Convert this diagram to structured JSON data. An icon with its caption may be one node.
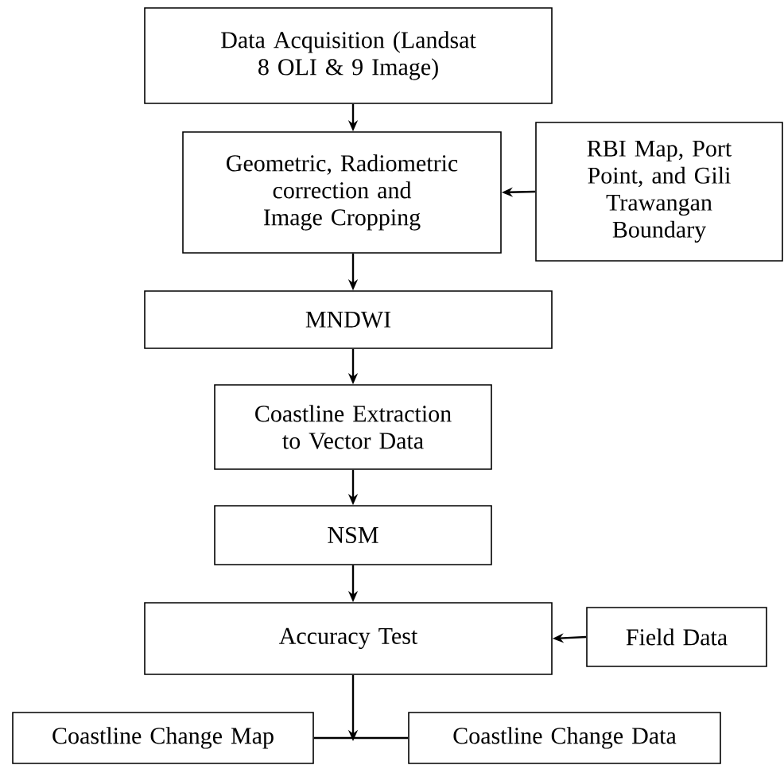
{
  "diagram": {
    "nodes": [
      {
        "text": [
          "Data Acquisition (Landsat 8 OLI & 9 Image)"
        ]
      },
      {
        "text": [
          "Geometric, Radiometric correction and Image Cropping"
        ]
      },
      {
        "text": [
          "RBI Map, Port Point, and Gili Trawangan Boundary"
        ]
      },
      {
        "text": [
          "MNDWI"
        ]
      },
      {
        "text": [
          "Coastline Extraction to Vector Data"
        ]
      },
      {
        "text": [
          "NSM"
        ]
      },
      {
        "text": [
          "Accuracy Test"
        ]
      },
      {
        "text": [
          "Field Data"
        ]
      },
      {
        "text": [
          "Coastline Change Map"
        ]
      },
      {
        "text": [
          "Coastline Change Data"
        ]
      }
    ],
    "edges": [
      {
        "from": 0,
        "to": 1,
        "arrow": "to"
      },
      {
        "from": 2,
        "to": 1,
        "arrow": "to"
      },
      {
        "from": 1,
        "to": 3,
        "arrow": "to"
      },
      {
        "from": 3,
        "to": 4,
        "arrow": "to"
      },
      {
        "from": 4,
        "to": 5,
        "arrow": "to"
      },
      {
        "from": 5,
        "to": 6,
        "arrow": "to"
      },
      {
        "from": 7,
        "to": 6,
        "arrow": "to"
      },
      {
        "from": 6,
        "to": null,
        "arrow": "to"
      },
      {
        "from": 8,
        "to": 9,
        "arrow": "none"
      }
    ]
  }
}
